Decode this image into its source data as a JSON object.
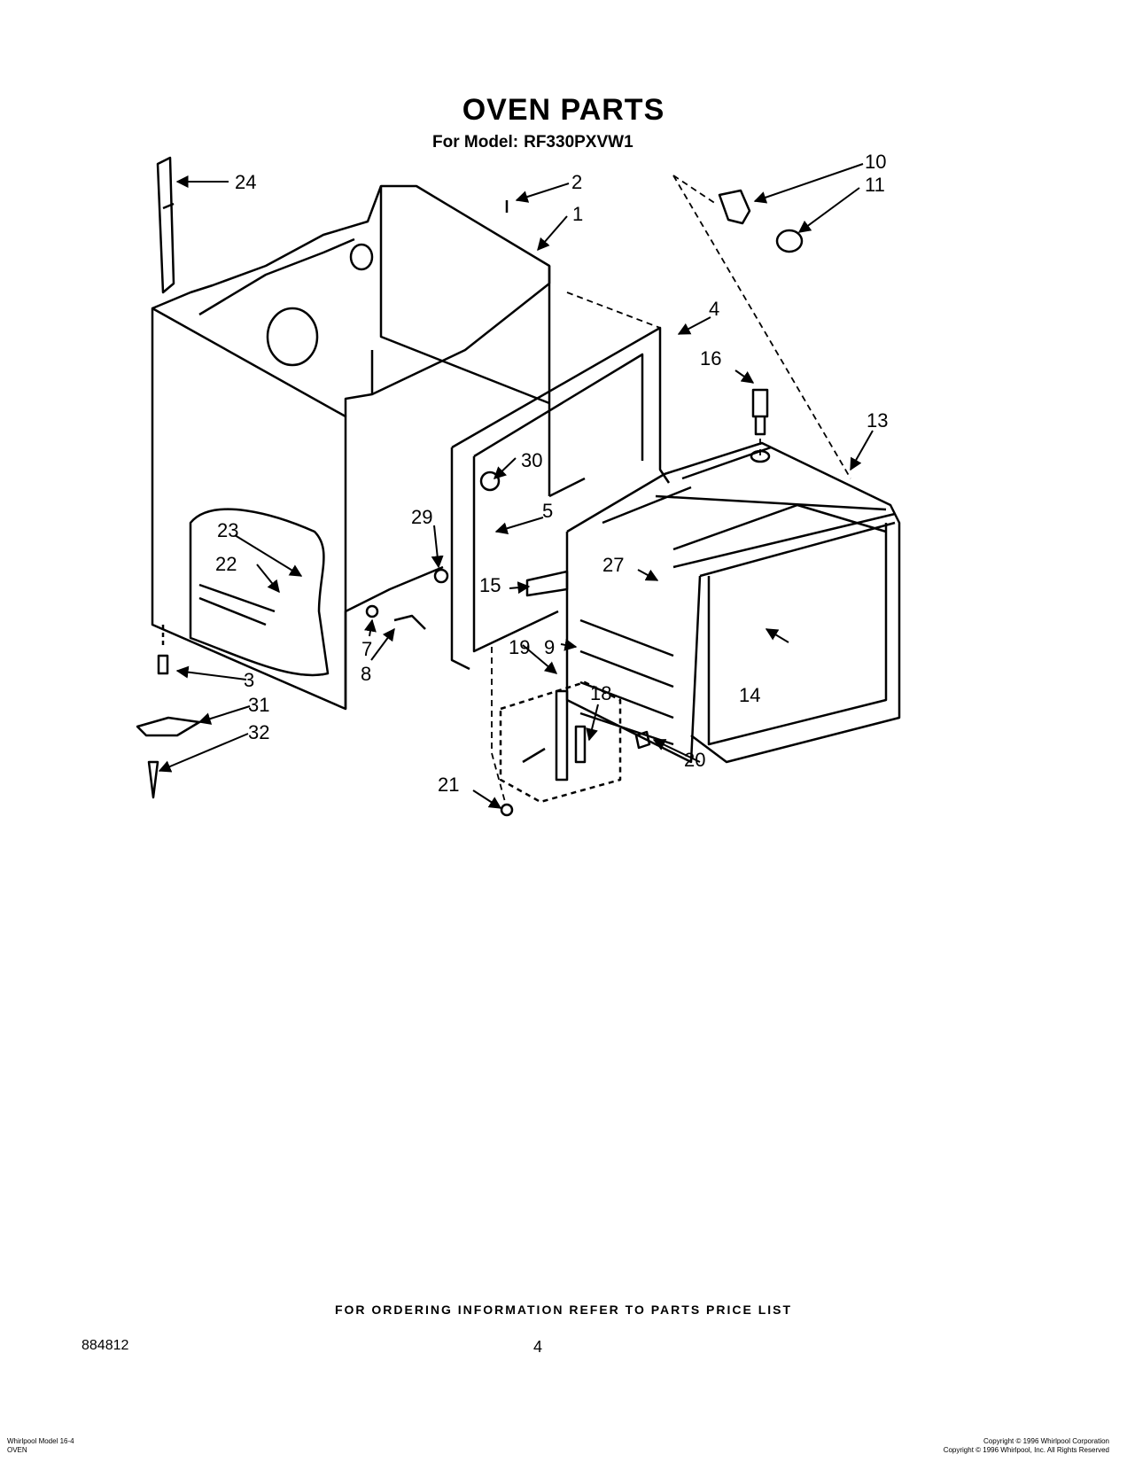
{
  "title": "OVEN PARTS",
  "model_label": "For Model:",
  "model_number": "RF330PXVW1",
  "callouts": {
    "c1": "1",
    "c2": "2",
    "c3": "3",
    "c4": "4",
    "c5": "5",
    "c7": "7",
    "c8": "8",
    "c9": "9",
    "c10": "10",
    "c11": "11",
    "c13": "13",
    "c14": "14",
    "c15": "15",
    "c16": "16",
    "c18": "18",
    "c19": "19",
    "c20": "20",
    "c21": "21",
    "c22": "22",
    "c23": "23",
    "c24": "24",
    "c27": "27",
    "c29": "29",
    "c30": "30",
    "c31": "31",
    "c32": "32"
  },
  "footer": {
    "ordering_info": "FOR ORDERING INFORMATION REFER TO PARTS PRICE LIST",
    "doc_number": "884812",
    "page_number": "4",
    "left_small_line1": "Whirlpool Model 16-4",
    "left_small_line2": "OVEN",
    "right_small_line1": "Copyright © 1996 Whirlpool Corporation",
    "right_small_line2": "Copyright © 1996 Whirlpool, Inc. All Rights Reserved"
  }
}
